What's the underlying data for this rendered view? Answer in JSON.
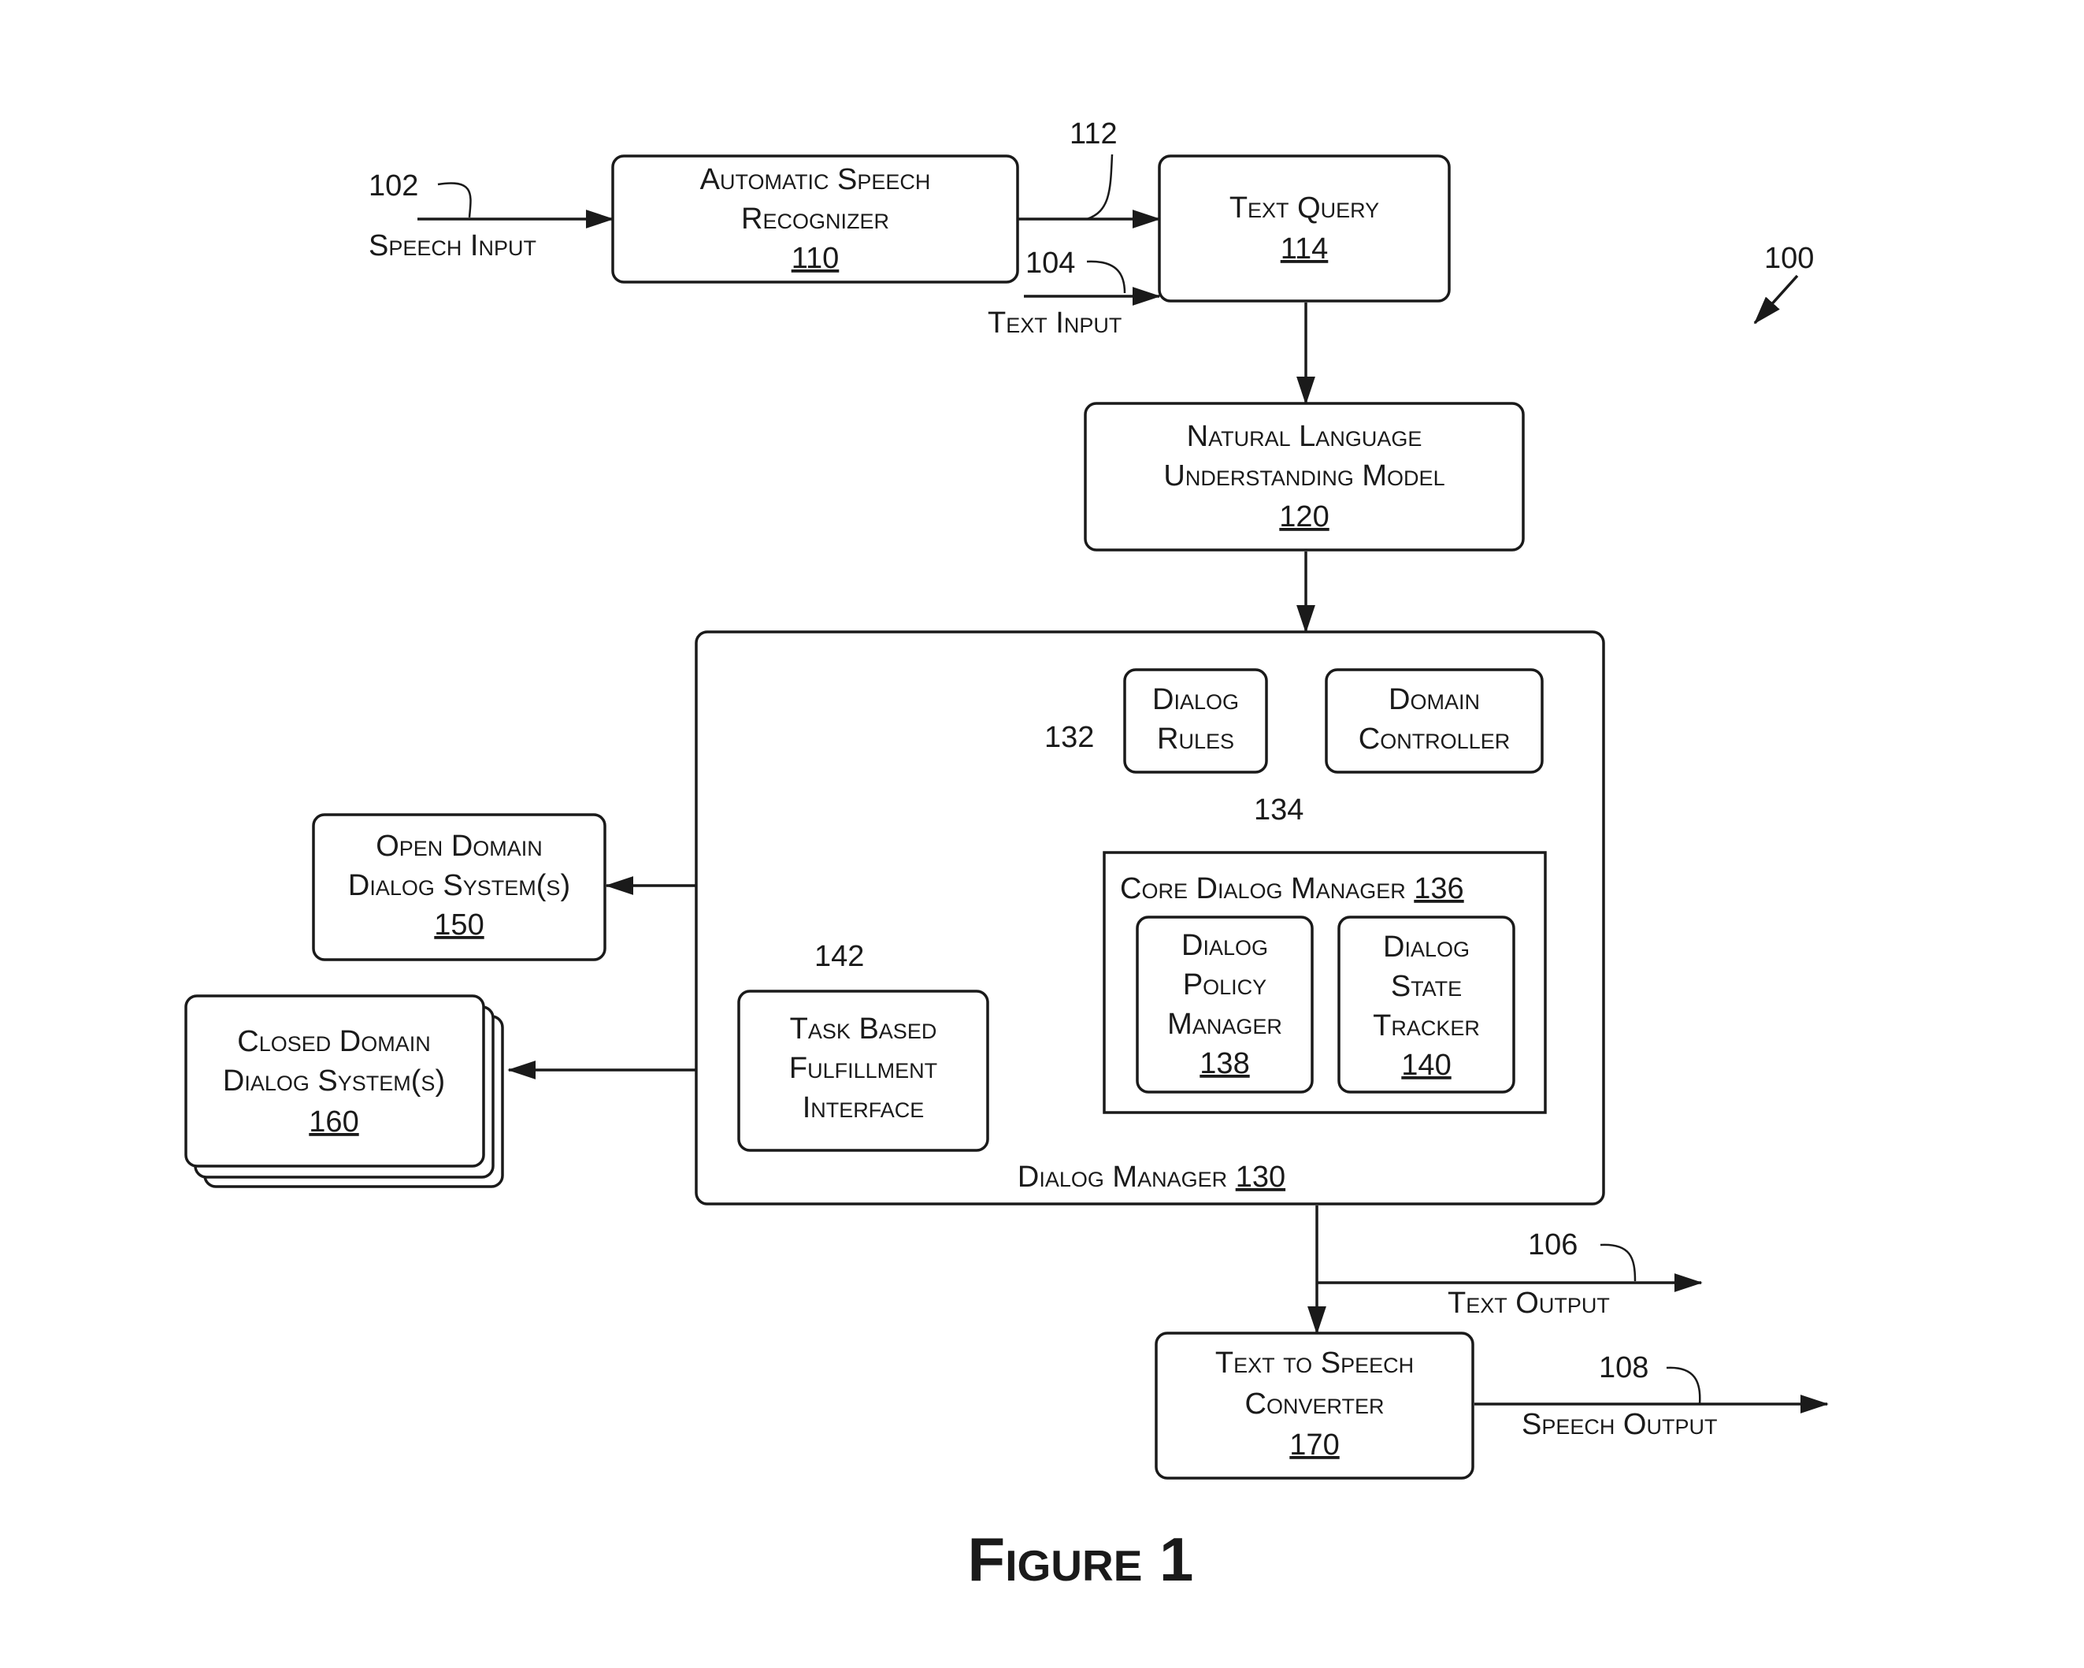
{
  "diagram": {
    "figure_title": "Figure 1",
    "system_ref": "100",
    "speech_input": {
      "label": "Speech Input",
      "ref": "102"
    },
    "text_input": {
      "label": "Text Input",
      "ref": "104"
    },
    "asr": {
      "line1": "Automatic Speech",
      "line2": "Recognizer",
      "ref": "110"
    },
    "asr_to_query_ref": "112",
    "text_query": {
      "line1": "Text Query",
      "ref": "114"
    },
    "nlu": {
      "line1": "Natural Language",
      "line2": "Understanding Model",
      "ref": "120"
    },
    "dialog_manager": {
      "label": "Dialog Manager",
      "ref": "130"
    },
    "dialog_rules": {
      "line1": "Dialog",
      "line2": "Rules",
      "ref": "132"
    },
    "domain_controller": {
      "line1": "Domain",
      "line2": "Controller",
      "ref": "134"
    },
    "core_dialog_manager": {
      "label": "Core Dialog Manager",
      "ref": "136"
    },
    "dialog_policy_manager": {
      "line1": "Dialog",
      "line2": "Policy",
      "line3": "Manager",
      "ref": "138"
    },
    "dialog_state_tracker": {
      "line1": "Dialog",
      "line2": "State",
      "line3": "Tracker",
      "ref": "140"
    },
    "task_fulfillment": {
      "line1": "Task Based",
      "line2": "Fulfillment",
      "line3": "Interface",
      "ref": "142"
    },
    "open_domain": {
      "line1": "Open Domain",
      "line2": "Dialog System(s)",
      "ref": "150"
    },
    "closed_domain": {
      "line1": "Closed Domain",
      "line2": "Dialog System(s)",
      "ref": "160"
    },
    "text_output": {
      "label": "Text Output",
      "ref": "106"
    },
    "tts": {
      "line1": "Text to Speech",
      "line2": "Converter",
      "ref": "170"
    },
    "speech_output": {
      "label": "Speech Output",
      "ref": "108"
    }
  }
}
